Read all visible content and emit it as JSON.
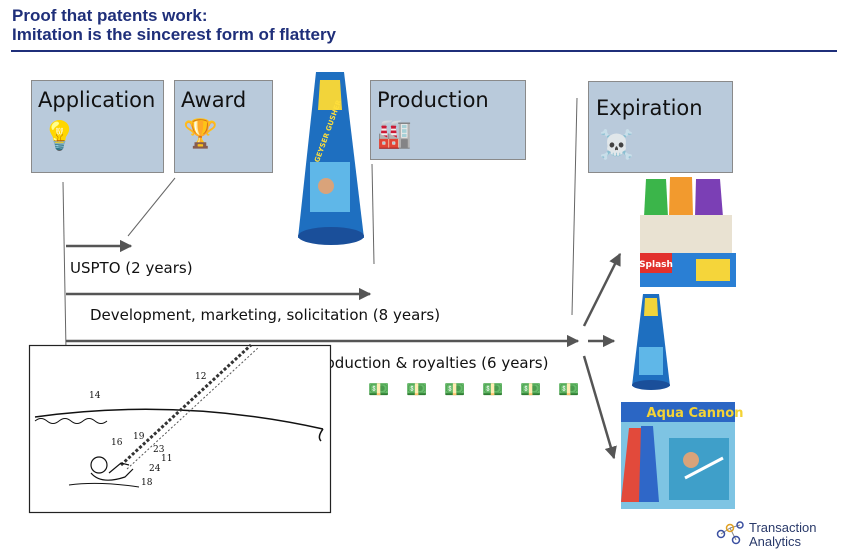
{
  "header": {
    "title_line1": "Proof that patents work:",
    "title_line2": "Imitation is the sincerest form of flattery"
  },
  "stages": [
    {
      "label": "Application",
      "icon": "lightbulb-icon",
      "glyph": "💡"
    },
    {
      "label": "Award",
      "icon": "trophy-icon",
      "glyph": "🏆"
    },
    {
      "label": "Production",
      "icon": "factory-icon",
      "glyph": "🏭"
    },
    {
      "label": "Expiration",
      "icon": "skull-crossbones-icon",
      "glyph": "☠️"
    }
  ],
  "timeline": {
    "uspto": "USPTO (2 years)",
    "development": "Development, marketing, solicitation (8 years)",
    "production": "Production & royalties (6 years)"
  },
  "money_icons": [
    "💵",
    "💵",
    "💵",
    "💵",
    "💵",
    "💵"
  ],
  "product_texts": {
    "geyser": "GEYSER GUSHER",
    "splash": "Splash",
    "aqua_cannon": "Aqua Cannon"
  },
  "patent_numbers": [
    "12",
    "14",
    "16",
    "19",
    "23",
    "11",
    "24",
    "18"
  ],
  "logo": {
    "line1": "Transaction",
    "line2": "Analytics"
  },
  "colors": {
    "title": "#1f2f7a",
    "box_fill": "#b9cadb",
    "arrow": "#555555"
  }
}
